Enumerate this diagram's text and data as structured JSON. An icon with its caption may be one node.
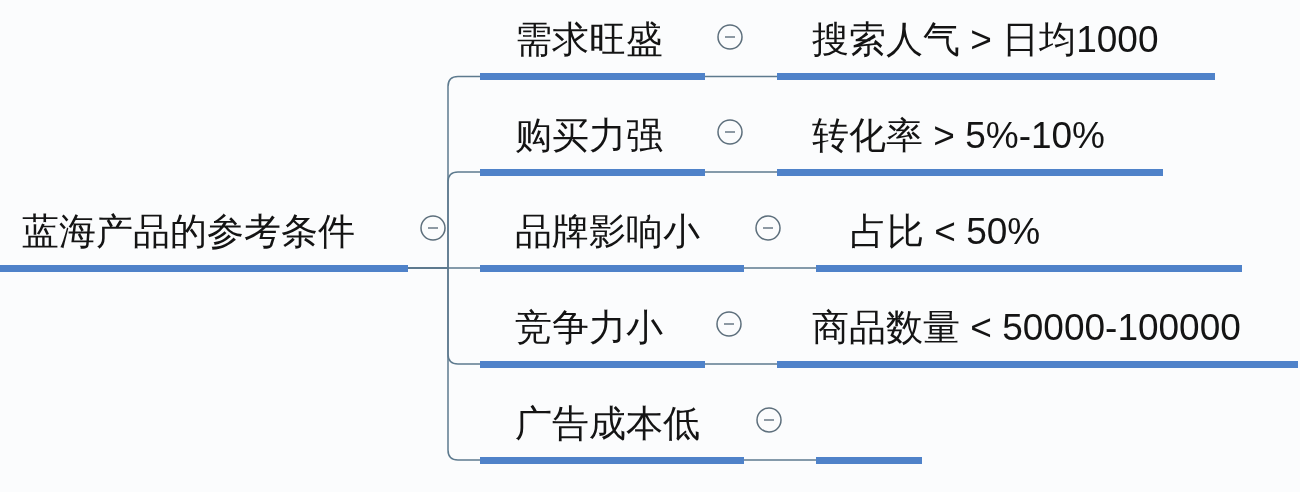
{
  "diagram": {
    "nodes": [
      {
        "text": [
          "蓝海产品的参考条件"
        ]
      },
      {
        "text": [
          "需求旺盛"
        ]
      },
      {
        "text": [
          "搜索人气 > 日均1000"
        ]
      },
      {
        "text": [
          "购买力强"
        ]
      },
      {
        "text": [
          "转化率 > 5%-10%"
        ]
      },
      {
        "text": [
          "品牌影响小"
        ]
      },
      {
        "text": [
          "占比 < 50%"
        ]
      },
      {
        "text": [
          "竞争力小"
        ]
      },
      {
        "text": [
          "商品数量 < 50000-100000"
        ]
      },
      {
        "text": [
          "广告成本低"
        ]
      },
      {
        "text": [],
        "shape": "bar"
      }
    ],
    "edges": [
      {
        "from": 0,
        "to": 1,
        "arrow": "none"
      },
      {
        "from": 0,
        "to": 3,
        "arrow": "none"
      },
      {
        "from": 0,
        "to": 5,
        "arrow": "none"
      },
      {
        "from": 0,
        "to": 7,
        "arrow": "none"
      },
      {
        "from": 0,
        "to": 9,
        "arrow": "none"
      },
      {
        "from": 1,
        "to": 2,
        "arrow": "none"
      },
      {
        "from": 3,
        "to": 4,
        "arrow": "none"
      },
      {
        "from": 5,
        "to": 6,
        "arrow": "none"
      },
      {
        "from": 7,
        "to": 8,
        "arrow": "none"
      },
      {
        "from": 9,
        "to": 10,
        "arrow": "none"
      }
    ]
  }
}
